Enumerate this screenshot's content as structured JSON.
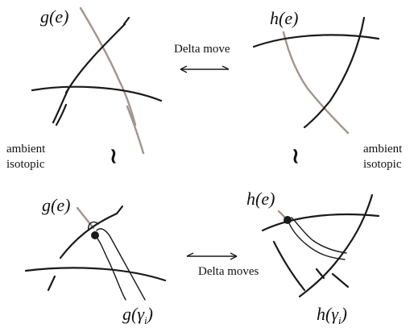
{
  "labels": {
    "top_left": "g(e)",
    "top_right": "h(e)",
    "bottom_left": "g(e)",
    "bottom_right": "h(e)",
    "bottom_left_gamma": "g(γ",
    "bottom_right_gamma": "h(γ",
    "gamma_subscript": "i",
    "gamma_close": ")"
  },
  "moves": {
    "top": "Delta move",
    "bottom": "Delta moves"
  },
  "relation": {
    "left_line1": "ambient",
    "left_line2": "isotopic",
    "right_line1": "ambient",
    "right_line2": "isotopic",
    "symbol": "≀"
  },
  "colors": {
    "strand": "#1a1a1a",
    "edge_strand": "#a09590"
  }
}
